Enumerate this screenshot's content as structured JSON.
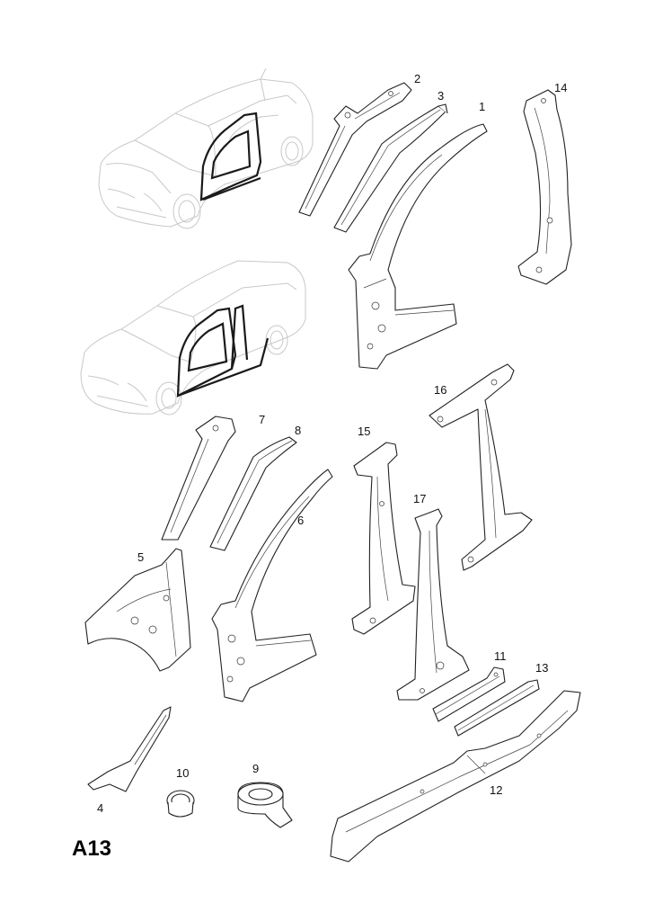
{
  "diagram_code": "A13",
  "callouts": [
    "1",
    "2",
    "3",
    "4",
    "5",
    "6",
    "7",
    "8",
    "9",
    "10",
    "11",
    "12",
    "13",
    "14",
    "15",
    "16",
    "17"
  ],
  "vehicles": {
    "hatchback": {
      "icon": "hatchback-car-icon"
    },
    "wagon": {
      "icon": "wagon-car-icon"
    }
  },
  "colors": {
    "line": "#222222",
    "car_outline": "#c8c8c8",
    "highlight": "#1a1a1a"
  }
}
